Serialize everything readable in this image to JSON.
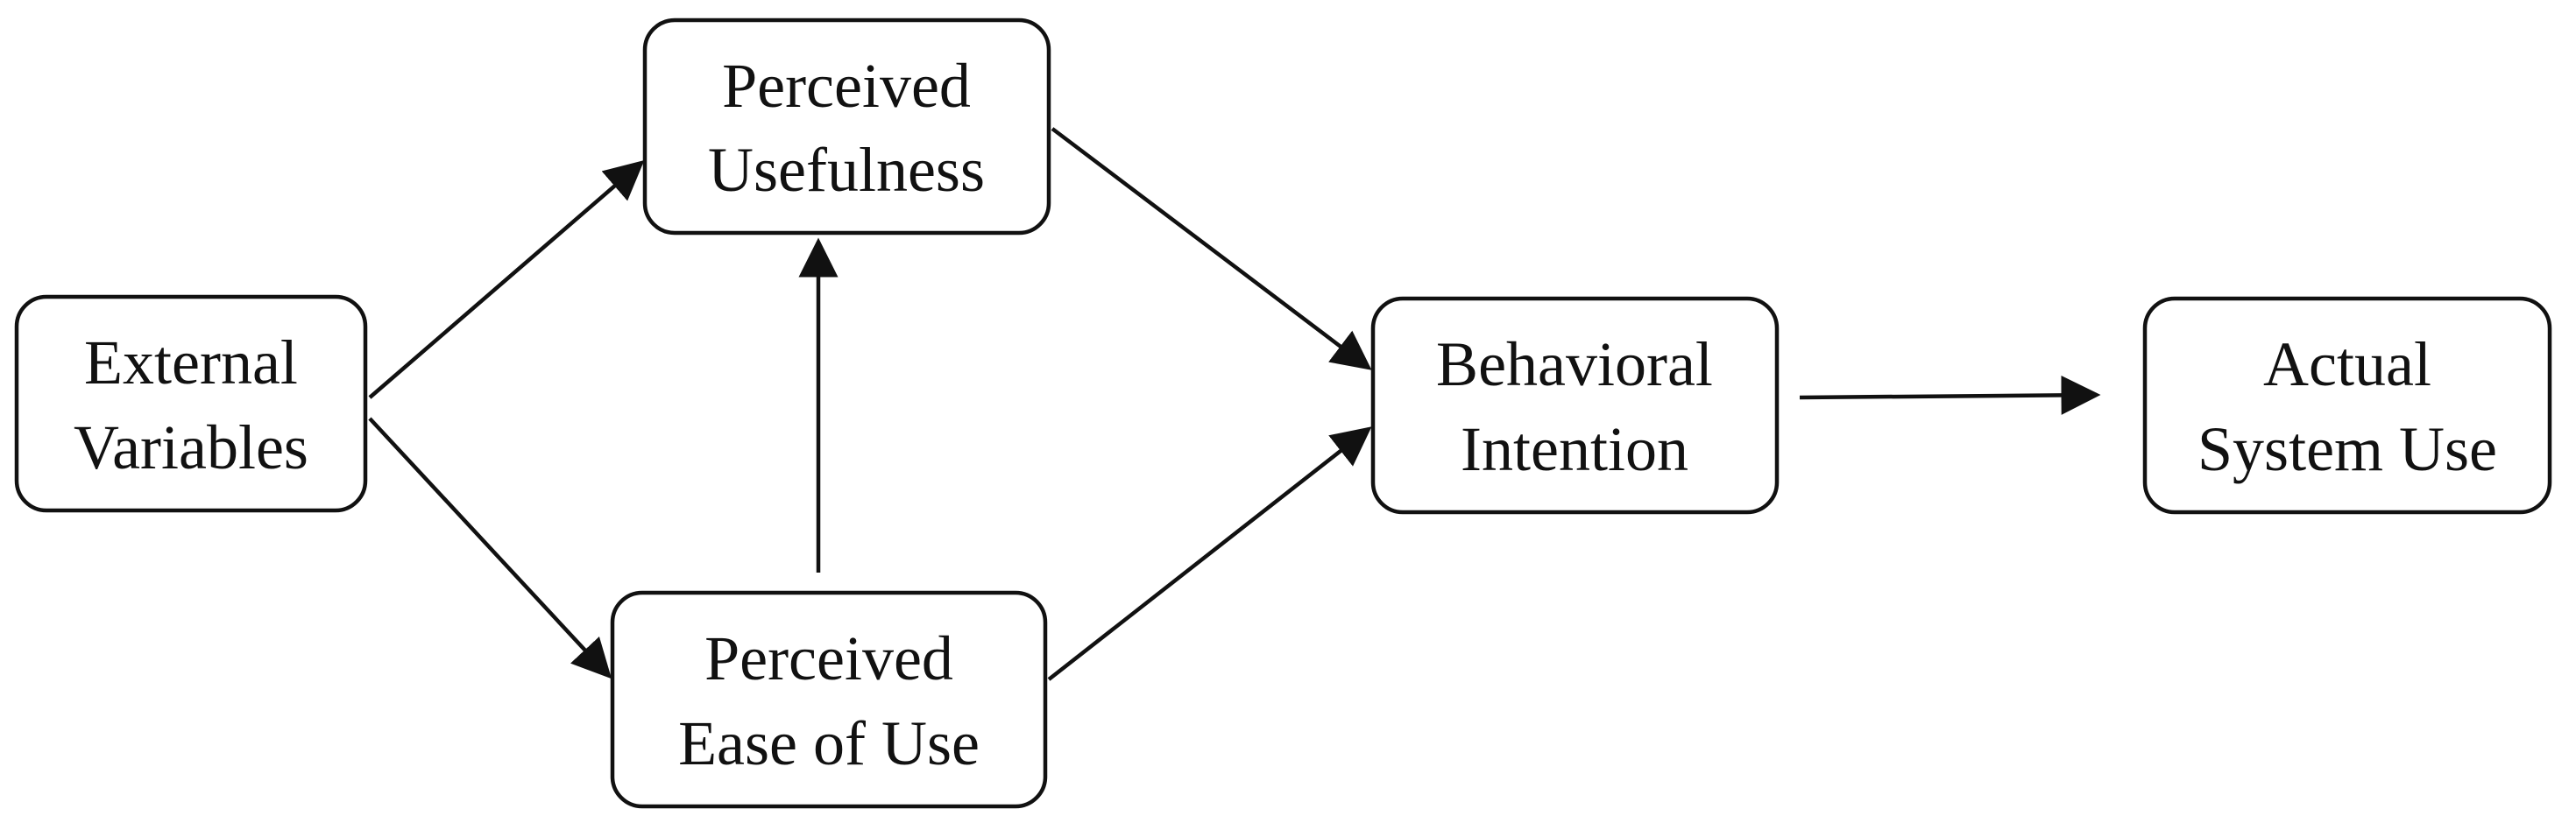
{
  "diagram": {
    "nodes": {
      "external_variables": {
        "line1": "External",
        "line2": "Variables"
      },
      "perceived_usefulness": {
        "line1": "Perceived",
        "line2": "Usefulness"
      },
      "perceived_ease_of_use": {
        "line1": "Perceived",
        "line2": "Ease of Use"
      },
      "behavioral_intention": {
        "line1": "Behavioral",
        "line2": "Intention"
      },
      "actual_system_use": {
        "line1": "Actual",
        "line2": "System Use"
      }
    },
    "edges": [
      {
        "from": "external_variables",
        "to": "perceived_usefulness"
      },
      {
        "from": "external_variables",
        "to": "perceived_ease_of_use"
      },
      {
        "from": "perceived_ease_of_use",
        "to": "perceived_usefulness"
      },
      {
        "from": "perceived_usefulness",
        "to": "behavioral_intention"
      },
      {
        "from": "perceived_ease_of_use",
        "to": "behavioral_intention"
      },
      {
        "from": "behavioral_intention",
        "to": "actual_system_use"
      }
    ],
    "colors": {
      "stroke": "#111111",
      "fill": "#ffffff",
      "text": "#111111"
    }
  }
}
